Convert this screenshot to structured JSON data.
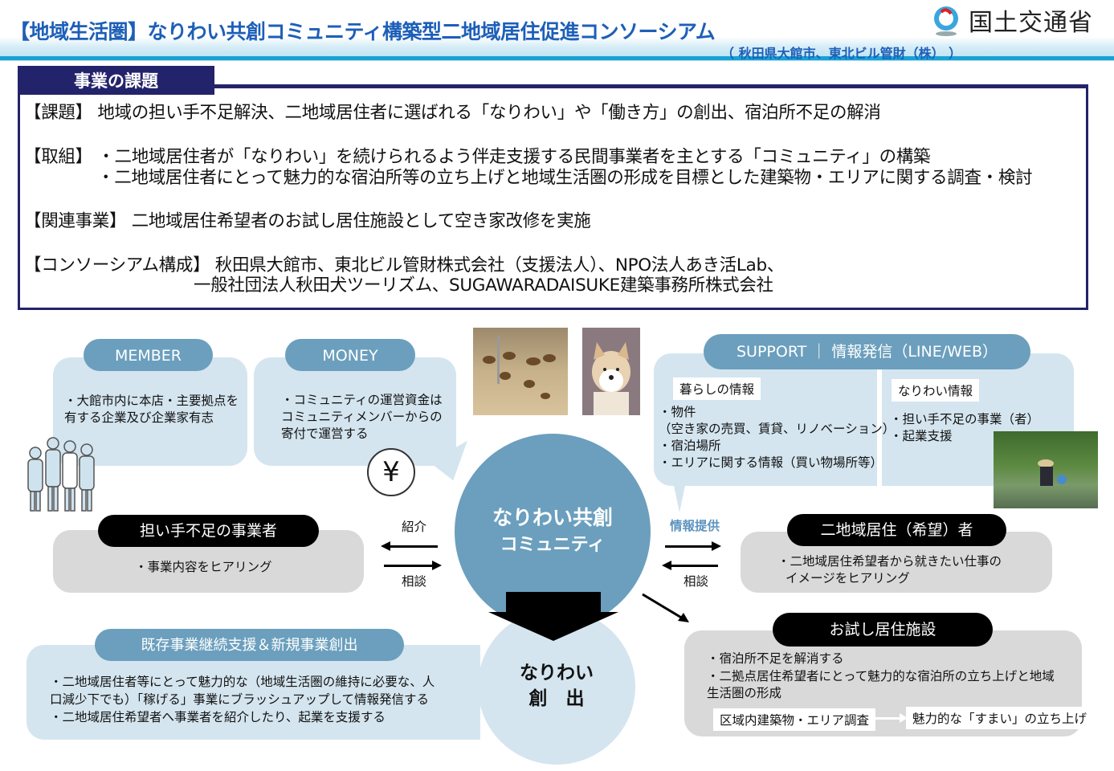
{
  "header": {
    "title": "【地域生活圏】なりわい共創コミュニティ構築型二地域居住促進コンソーシアム",
    "subtitle": "（ 秋田県大館市、東北ビル管財（株） ）",
    "logo_text": "国土交通省"
  },
  "issues": {
    "tab_label": "事業の課題",
    "lines": [
      "【課題】 地域の担い手不足解決、二地域居住者に選ばれる「なりわい」や「働き方」の創出、宿泊所不足の解消",
      "【取組】 ・二地域居住者が「なりわい」を続けられるよう伴走支援する民間事業者を主とする「コミュニティ」の構築",
      "・二地域居住者にとって魅力的な宿泊所等の立ち上げと地域生活圏の形成を目標とした建築物・エリアに関する調査・検討",
      "【関連事業】 二地域居住希望者のお試し居住施設として空き家改修を実施",
      "【コンソーシアム構成】 秋田県大館市、東北ビル管財株式会社（支援法人）、NPO法人あき活Lab、",
      "一般社団法人秋田犬ツーリズム、SUGAWARADAISUKE建築事務所株式会社"
    ]
  },
  "diagram": {
    "member": {
      "label": "MEMBER",
      "text": [
        "・大館市内に本店・主要拠点を",
        "有する企業及び企業家有志"
      ]
    },
    "money": {
      "label": "MONEY",
      "text": [
        "・コミュニティの運営資金は",
        "コミュニティメンバーからの",
        "寄付で運営する"
      ],
      "icon": "yen-icon",
      "yen": "¥"
    },
    "support": {
      "label": "SUPPORT ｜ 情報発信（LINE/WEB）",
      "life_title": "暮らしの情報",
      "life_items": [
        "・物件",
        "（空き家の売買、賃貸、リノベーション）",
        "・宿泊場所",
        "・エリアに関する情報（買い物場所等）"
      ],
      "work_title": "なりわい情報",
      "work_items": [
        "・担い手不足の事業（者）",
        "・起業支援"
      ]
    },
    "center": {
      "line1": "なりわい共創",
      "line2": "コミュニティ"
    },
    "outcome": {
      "line1": "なりわい",
      "line2": "創　出"
    },
    "businesses": {
      "label": "担い手不足の事業者",
      "text": "・事業内容をヒアリング",
      "arrow_top": "紹介",
      "arrow_bottom": "相談"
    },
    "residents": {
      "label": "二地域居住（希望）者",
      "text": [
        "・二地域居住希望者から就きたい仕事の",
        "イメージをヒアリング"
      ],
      "arrow_top": "情報提供",
      "arrow_bottom": "相談"
    },
    "trial": {
      "label": "お試し居住施設",
      "text": [
        "・宿泊所不足を解消する",
        "・二拠点居住希望者にとって魅力的な宿泊所の立ち上げと地域",
        "生活圏の形成"
      ],
      "step1": "区域内建築物・エリア調査",
      "step2": "魅力的な「すまい」の立ち上げ"
    },
    "existing": {
      "label": "既存事業継続支援＆新規事業創出",
      "text": [
        "・二地域居住者等にとって魅力的な（地域生活圏の維持に必要な、人",
        "口減少下でも）「稼げる」事業にブラッシュアップして情報発信する",
        "・二地域居住希望者へ事業者を紹介したり、起業を支援する"
      ]
    }
  },
  "colors": {
    "title": "#1d5fb8",
    "navy": "#23236b",
    "accent": "#6b9fbd",
    "bubble": "#d4e5ef",
    "gray": "#d9d9d9"
  }
}
